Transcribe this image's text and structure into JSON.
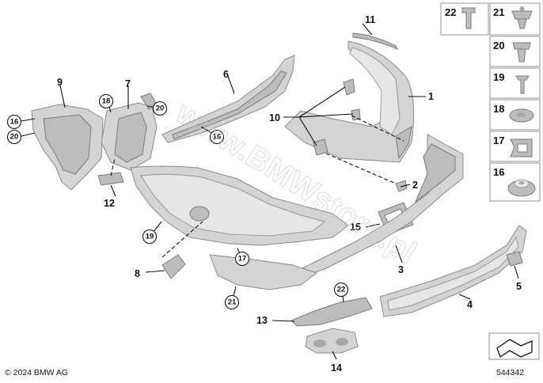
{
  "labels": {
    "p1": "1",
    "p2": "2",
    "p3": "3",
    "p4": "4",
    "p5": "5",
    "p6": "6",
    "p7": "7",
    "p8": "8",
    "p9": "9",
    "p10": "10",
    "p11": "11",
    "p12": "12",
    "p13": "13",
    "p14": "14",
    "p15": "15"
  },
  "callouts": {
    "c16a": "16",
    "c16b": "16",
    "c17": "17",
    "c18": "18",
    "c19": "19",
    "c20a": "20",
    "c20b": "20",
    "c21": "21",
    "c22": "22"
  },
  "legend": {
    "l22": "22",
    "l21": "21",
    "l20": "20",
    "l19": "19",
    "l18": "18",
    "l17": "17",
    "l16": "16"
  },
  "watermark": "www.BMWstore.pl",
  "copyright": "© 2024 BMW AG",
  "diagram_number": "544342"
}
